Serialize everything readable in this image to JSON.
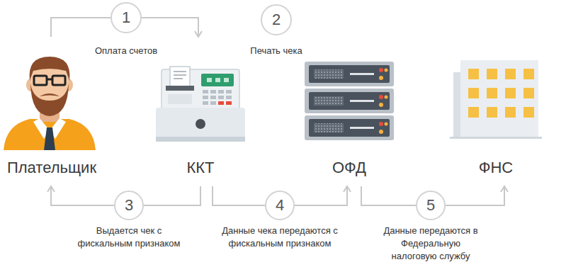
{
  "diagram": {
    "nodes": [
      {
        "text": [
          "Плательщик"
        ]
      },
      {
        "text": [
          "ККТ"
        ]
      },
      {
        "text": [
          "ОФД"
        ]
      },
      {
        "text": [
          "ФНС"
        ]
      },
      {
        "text": [
          "1",
          "Оплата счетов"
        ]
      },
      {
        "text": [
          "2",
          "Печать чека"
        ]
      },
      {
        "text": [
          "3",
          "Выдается чек с фискальным признаком"
        ]
      },
      {
        "text": [
          "4",
          "Данные чека передаются с фискальным признаком"
        ]
      },
      {
        "text": [
          "5",
          "Данные передаются в Федеральную налоговую службу"
        ]
      }
    ],
    "edges": [
      {
        "from": 0,
        "to": 4,
        "arrow": "none"
      },
      {
        "from": 4,
        "to": 1,
        "arrow": "to"
      },
      {
        "from": 1,
        "to": 6,
        "arrow": "none"
      },
      {
        "from": 6,
        "to": 0,
        "arrow": "to"
      },
      {
        "from": 1,
        "to": 7,
        "arrow": "none"
      },
      {
        "from": 7,
        "to": 2,
        "arrow": "to"
      },
      {
        "from": 2,
        "to": 8,
        "arrow": "none"
      },
      {
        "from": 8,
        "to": 3,
        "arrow": "to"
      }
    ]
  }
}
